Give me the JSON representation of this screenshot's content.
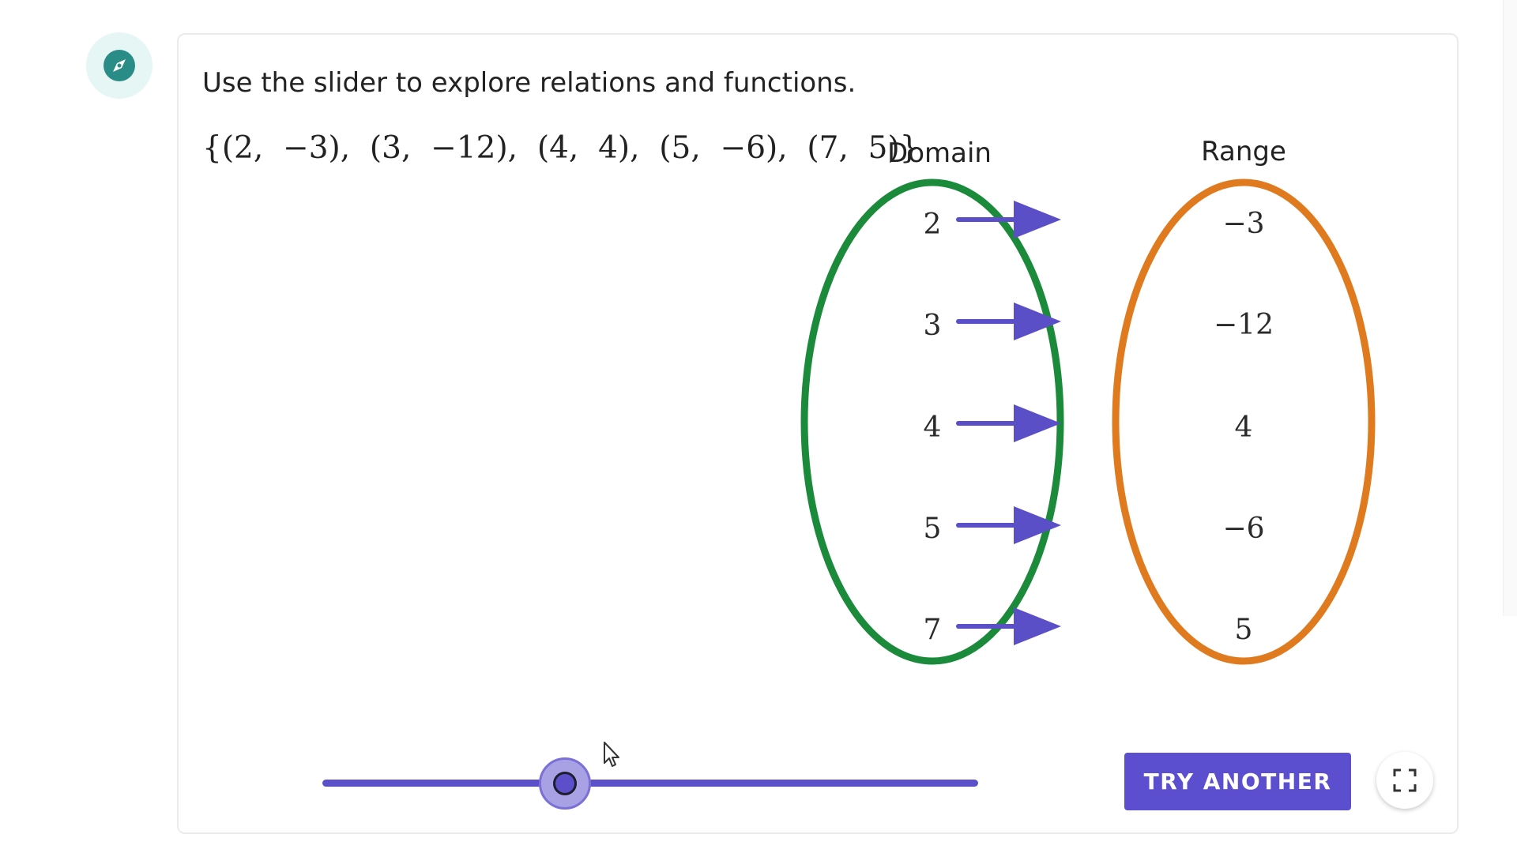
{
  "explore_badge": {
    "icon": "compass-icon",
    "icon_color": "#2a8c86",
    "badge_color": "#e6f6f5"
  },
  "instructions": "Use the slider to explore relations and functions.",
  "relation_set": "{(2,  −3),  (3,  −12),  (4,  4),  (5,  −6),  (7,  5)}",
  "diagram": {
    "domain_heading": "Domain",
    "range_heading": "Range",
    "domain_values": [
      "2",
      "3",
      "4",
      "5",
      "7"
    ],
    "range_values": [
      "−3",
      "−12",
      "4",
      "−6",
      "5"
    ],
    "domain_color": "#1b8a3a",
    "range_color": "#e07a1f",
    "arrow_color": "#5a4fc6"
  },
  "slider": {
    "value_fraction": 0.37,
    "color": "#5b50c9"
  },
  "buttons": {
    "try_another": "TRY ANOTHER",
    "fullscreen_icon": "fullscreen-icon"
  }
}
